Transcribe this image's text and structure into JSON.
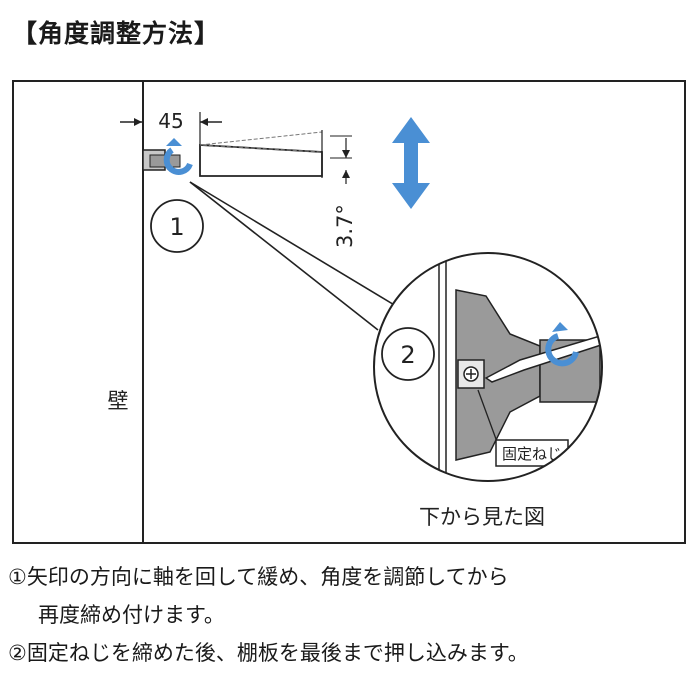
{
  "title": "【角度調整方法】",
  "labels": {
    "dimension_45": "45",
    "angle": "3.7°",
    "step1": "1",
    "step2": "2",
    "wall": "壁",
    "screw": "固定ねじ",
    "view_caption": "下から見た図"
  },
  "notes": {
    "line1": "①矢印の方向に軸を回して緩め、角度を調節してから",
    "line2": "再度締め付けます。",
    "line3": "②固定ねじを締めた後、棚板を最後まで押し込みます。"
  },
  "colors": {
    "arrow_blue": "#4a8fd4",
    "line": "#222222",
    "bracket_gray": "#9a9a9a"
  }
}
